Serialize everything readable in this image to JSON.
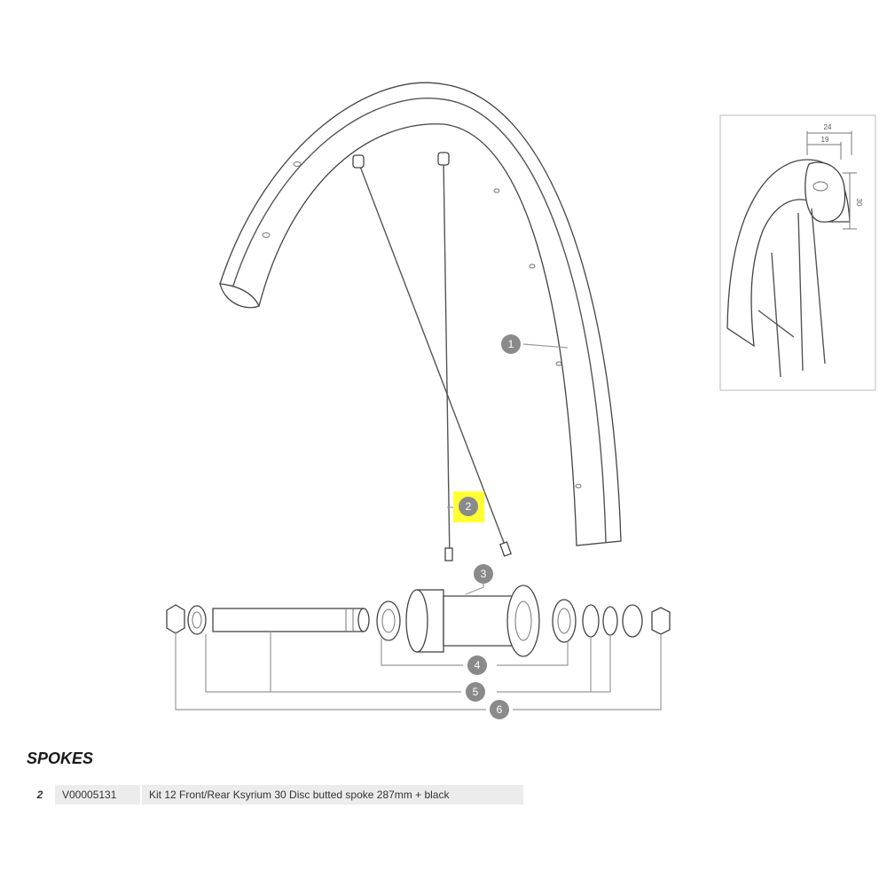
{
  "section": {
    "title": "SPOKES"
  },
  "callouts": [
    {
      "id": "1",
      "label": "1"
    },
    {
      "id": "2",
      "label": "2",
      "highlighted": true
    },
    {
      "id": "3",
      "label": "3"
    },
    {
      "id": "4",
      "label": "4"
    },
    {
      "id": "5",
      "label": "5"
    },
    {
      "id": "6",
      "label": "6"
    }
  ],
  "rim_profile": {
    "width_outer": "24",
    "width_inner": "19",
    "height": "30"
  },
  "parts_table": [
    {
      "number": "2",
      "code": "V00005131",
      "description": "Kit 12 Front/Rear Ksyrium 30 Disc butted spoke 287mm + black"
    }
  ],
  "colors": {
    "highlight": "#ffff33",
    "callout": "#8a8a8a",
    "line": "#555555"
  }
}
